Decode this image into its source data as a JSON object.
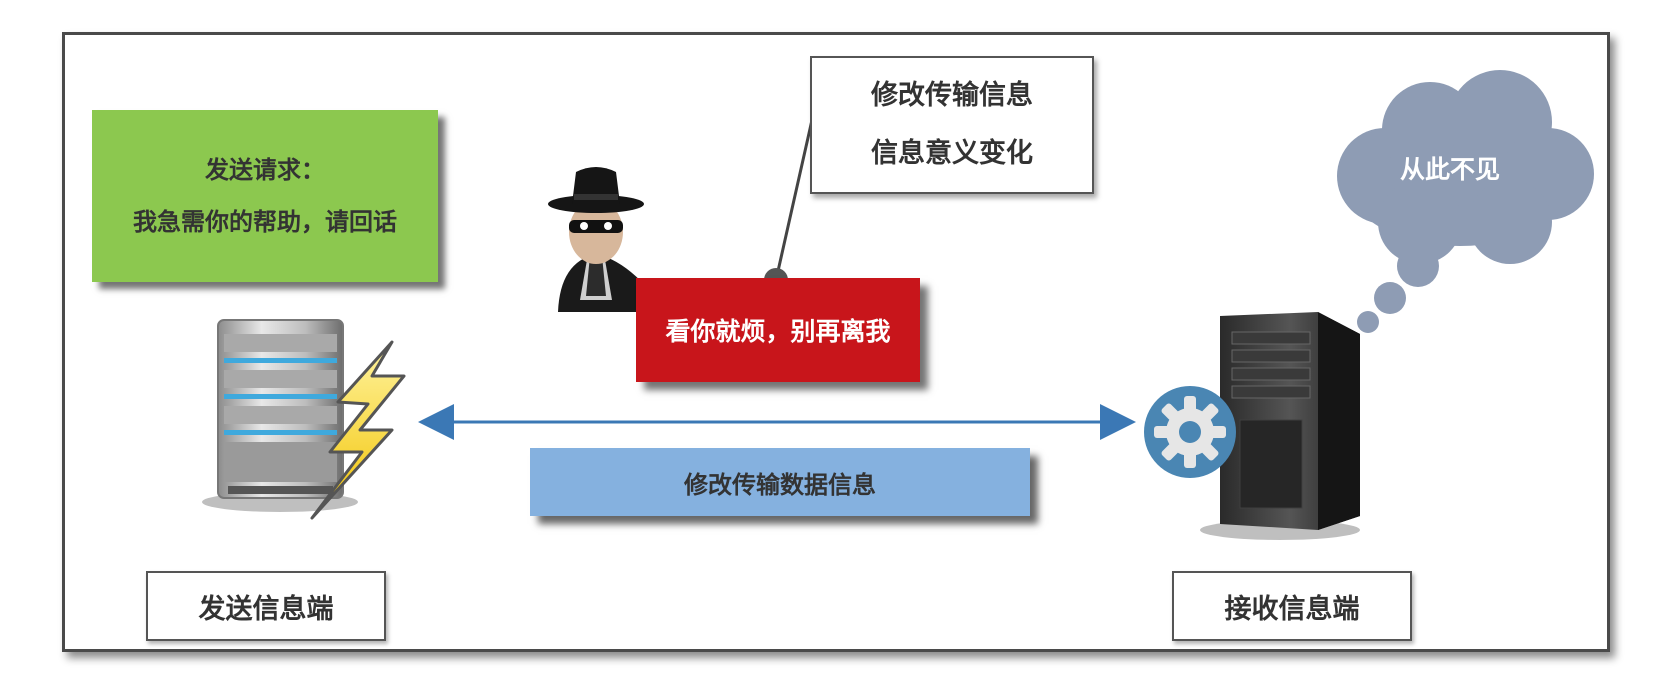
{
  "sender_message": {
    "line1": "发送请求：",
    "line2": "我急需你的帮助，请回话"
  },
  "attacker_callout": {
    "line1": "修改传输信息",
    "line2": "信息意义变化"
  },
  "tampered_message": "看你就烦，别再离我",
  "channel_label": "修改传输数据信息",
  "receiver_thought": "从此不见",
  "sender_label": "发送信息端",
  "receiver_label": "接收信息端",
  "colors": {
    "sender_box": "#8cc84f",
    "tampered_box": "#c8151b",
    "channel_box": "#85b1df",
    "arrow": "#3b78b5",
    "cloud": "#8e9cb4",
    "gear": "#4a86b3"
  },
  "icons": {
    "sender": "server-with-lightning-icon",
    "attacker": "hacker-icon",
    "receiver": "server-tower-with-gear-icon",
    "thought": "thought-cloud-icon"
  }
}
